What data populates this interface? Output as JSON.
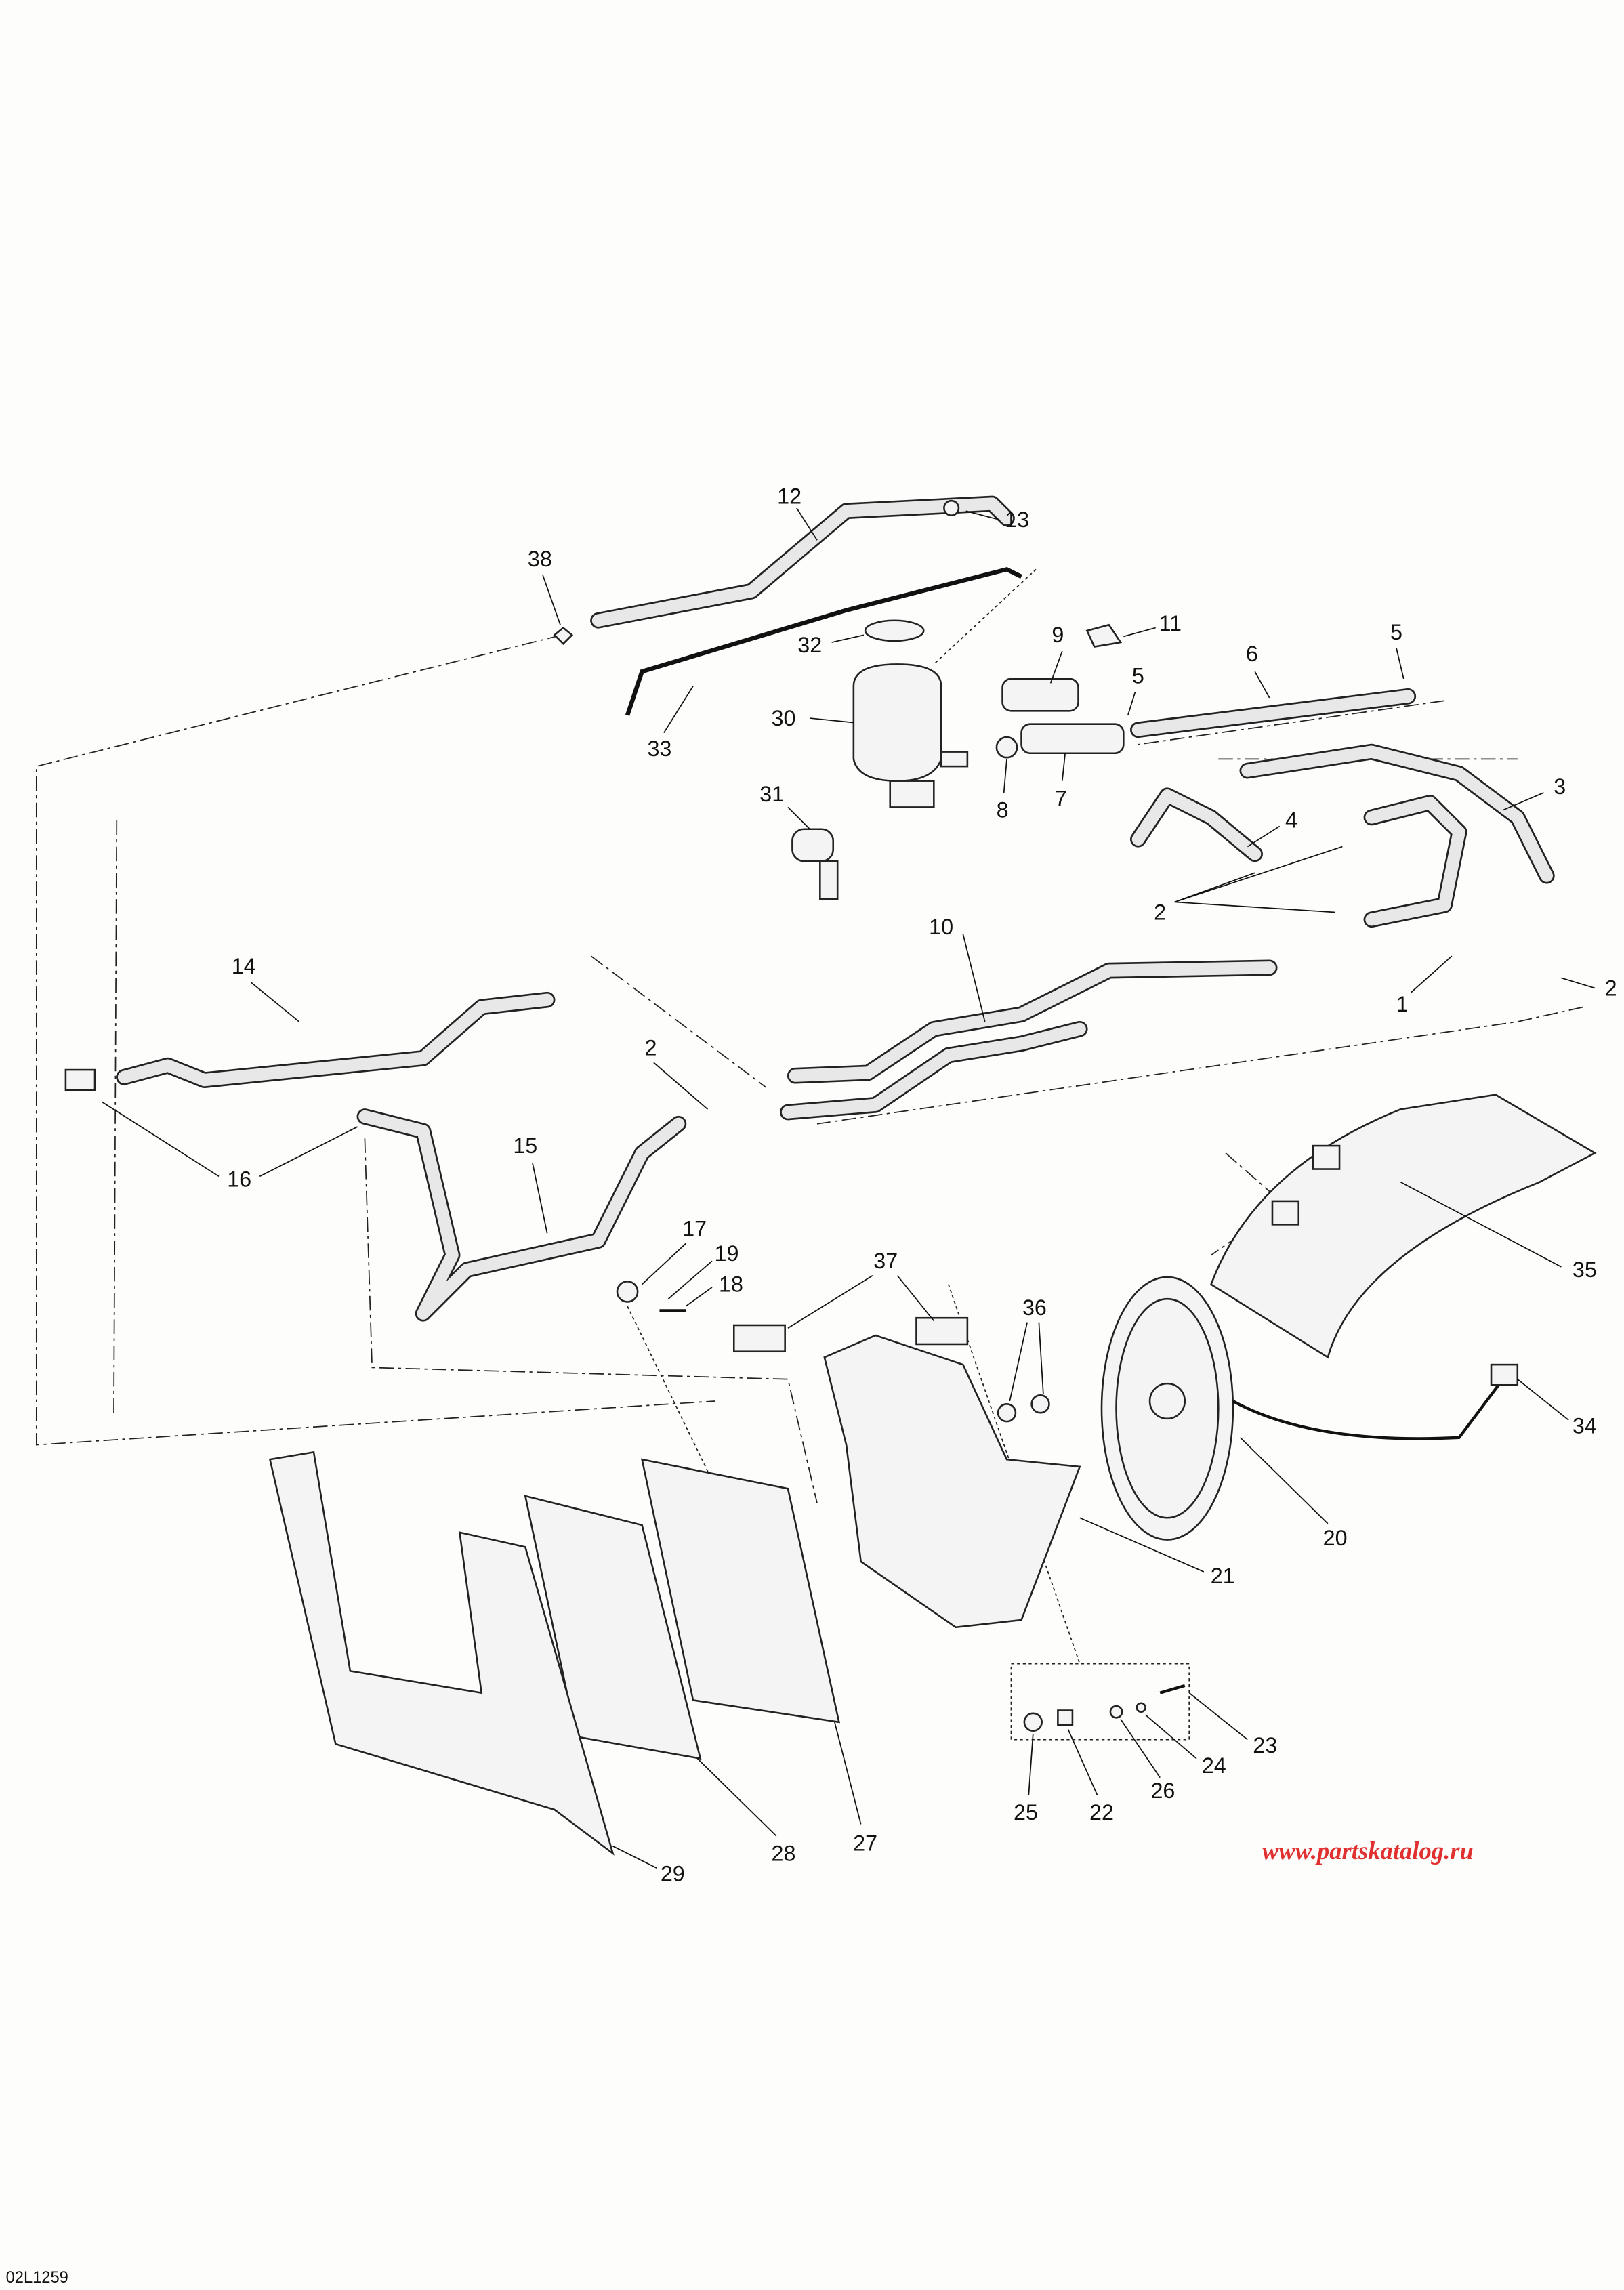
{
  "diagram": {
    "code": "02L1259",
    "watermark": "www.partskatalog.ru",
    "callouts": [
      "12",
      "13",
      "38",
      "11",
      "9",
      "5",
      "6",
      "5",
      "32",
      "30",
      "33",
      "8",
      "7",
      "3",
      "31",
      "4",
      "2",
      "10",
      "2",
      "1",
      "14",
      "2",
      "16",
      "15",
      "17",
      "19",
      "18",
      "37",
      "36",
      "35",
      "34",
      "20",
      "21",
      "23",
      "24",
      "26",
      "25",
      "22",
      "27",
      "28",
      "29"
    ]
  }
}
